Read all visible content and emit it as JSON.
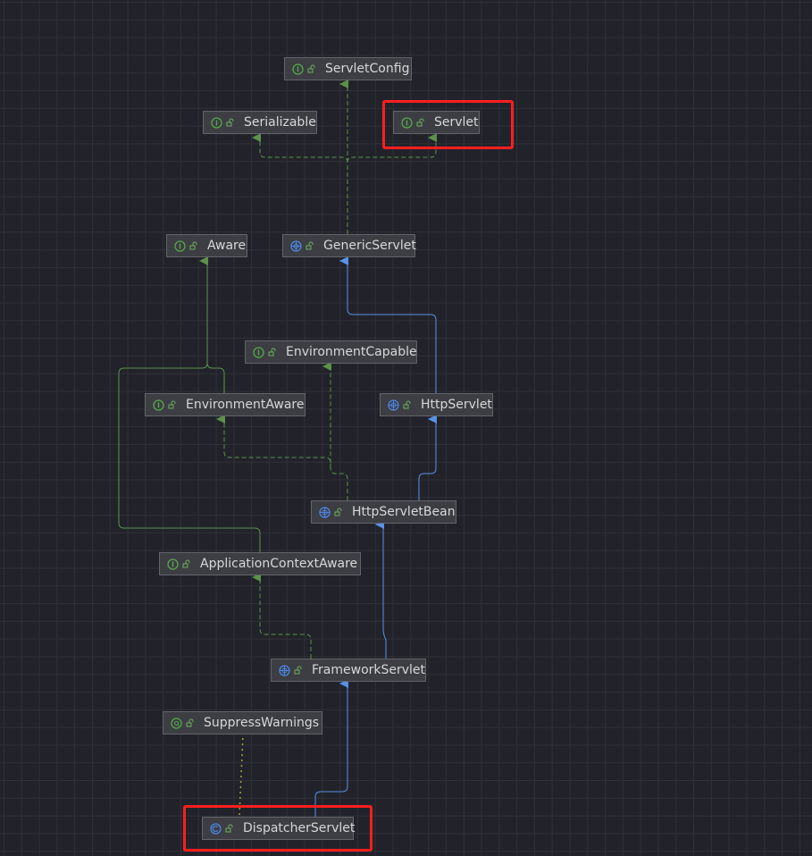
{
  "diagram": {
    "nodes": [
      {
        "id": "servlet-config",
        "label": "ServletConfig",
        "kind": "interface"
      },
      {
        "id": "serializable",
        "label": "Serializable",
        "kind": "interface"
      },
      {
        "id": "servlet",
        "label": "Servlet",
        "kind": "interface"
      },
      {
        "id": "aware",
        "label": "Aware",
        "kind": "interface"
      },
      {
        "id": "generic-servlet",
        "label": "GenericServlet",
        "kind": "abstract-class"
      },
      {
        "id": "environment-capable",
        "label": "EnvironmentCapable",
        "kind": "interface"
      },
      {
        "id": "environment-aware",
        "label": "EnvironmentAware",
        "kind": "interface"
      },
      {
        "id": "http-servlet",
        "label": "HttpServlet",
        "kind": "abstract-class"
      },
      {
        "id": "http-servlet-bean",
        "label": "HttpServletBean",
        "kind": "abstract-class"
      },
      {
        "id": "application-context-aware",
        "label": "ApplicationContextAware",
        "kind": "interface"
      },
      {
        "id": "framework-servlet",
        "label": "FrameworkServlet",
        "kind": "abstract-class"
      },
      {
        "id": "suppress-warnings",
        "label": "SuppressWarnings",
        "kind": "annotation"
      },
      {
        "id": "dispatcher-servlet",
        "label": "DispatcherServlet",
        "kind": "class"
      }
    ],
    "edges": [
      {
        "from": "generic-servlet",
        "to": "servlet-config",
        "type": "implements"
      },
      {
        "from": "generic-servlet",
        "to": "serializable",
        "type": "implements"
      },
      {
        "from": "generic-servlet",
        "to": "servlet",
        "type": "implements"
      },
      {
        "from": "http-servlet",
        "to": "generic-servlet",
        "type": "extends"
      },
      {
        "from": "http-servlet-bean",
        "to": "http-servlet",
        "type": "extends"
      },
      {
        "from": "http-servlet-bean",
        "to": "environment-capable",
        "type": "implements"
      },
      {
        "from": "http-servlet-bean",
        "to": "environment-aware",
        "type": "implements"
      },
      {
        "from": "environment-aware",
        "to": "aware",
        "type": "interface-extends"
      },
      {
        "from": "application-context-aware",
        "to": "aware",
        "type": "interface-extends"
      },
      {
        "from": "framework-servlet",
        "to": "http-servlet-bean",
        "type": "extends"
      },
      {
        "from": "framework-servlet",
        "to": "application-context-aware",
        "type": "implements"
      },
      {
        "from": "dispatcher-servlet",
        "to": "framework-servlet",
        "type": "extends"
      },
      {
        "from": "dispatcher-servlet",
        "to": "suppress-warnings",
        "type": "annotated-by"
      }
    ],
    "highlighted": [
      "servlet",
      "dispatcher-servlet"
    ],
    "colors": {
      "implements": "#5a9349",
      "extends": "#5891e8",
      "annotation": "#a6a33a",
      "highlight": "#ff1e1e",
      "interface_icon": "#55a64a",
      "class_icon": "#4d84e0"
    }
  }
}
